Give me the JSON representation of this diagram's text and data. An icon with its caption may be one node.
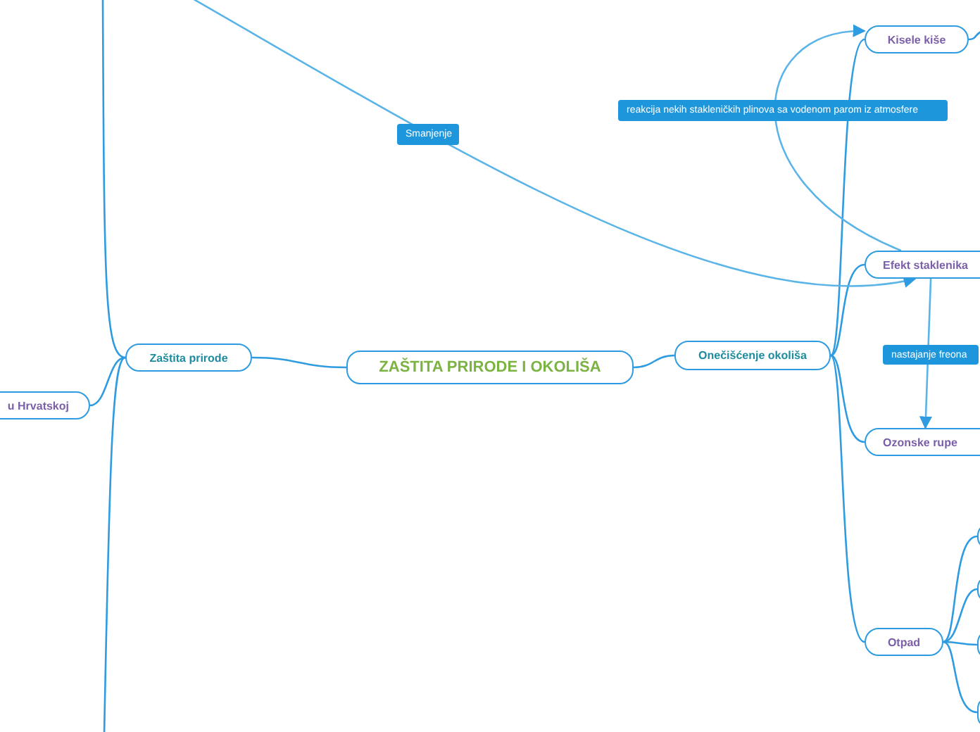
{
  "diagram": {
    "nodes": [
      {
        "text": [
          "ZAŠTITA PRIRODE I OKOLIŠA"
        ]
      },
      {
        "text": [
          "Zaštita prirode"
        ]
      },
      {
        "text": [
          "u Hrvatskoj"
        ]
      },
      {
        "text": [
          "Onečišćenje okoliša"
        ]
      },
      {
        "text": [
          "Kisele kiše"
        ]
      },
      {
        "text": [
          "Efekt staklenika"
        ]
      },
      {
        "text": [
          "Ozonske rupe"
        ]
      },
      {
        "text": [
          "Otpad"
        ]
      },
      {
        "text": [],
        "shape": "box"
      },
      {
        "text": [],
        "shape": "box"
      },
      {
        "text": [],
        "shape": "box"
      },
      {
        "text": [],
        "shape": "box"
      }
    ],
    "edges": [
      {
        "from": 0,
        "to": 1,
        "arrow": "none"
      },
      {
        "from": 0,
        "to": 3,
        "arrow": "none"
      },
      {
        "from": 1,
        "to": null,
        "arrow": "none"
      },
      {
        "from": 1,
        "to": 2,
        "arrow": "none"
      },
      {
        "from": 1,
        "to": null,
        "arrow": "none"
      },
      {
        "from": 3,
        "to": 4,
        "arrow": "none"
      },
      {
        "from": 3,
        "to": 5,
        "arrow": "none"
      },
      {
        "from": 3,
        "to": 6,
        "arrow": "none"
      },
      {
        "from": 3,
        "to": 7,
        "arrow": "none"
      },
      {
        "from": 4,
        "to": null,
        "arrow": "none"
      },
      {
        "from": 7,
        "to": 8,
        "arrow": "none"
      },
      {
        "from": 7,
        "to": 9,
        "arrow": "none"
      },
      {
        "from": 7,
        "to": 10,
        "arrow": "none"
      },
      {
        "from": 7,
        "to": 11,
        "arrow": "none"
      },
      {
        "from": null,
        "to": 5,
        "arrow": "to",
        "label": "Smanjenje",
        "color": "#5ab4e8"
      },
      {
        "from": 5,
        "to": 4,
        "arrow": "to",
        "label": "reakcija nekih stakleničkih plinova sa vodenom parom iz atmosfere",
        "color": "#5ab4e8"
      },
      {
        "from": 5,
        "to": 6,
        "arrow": "to",
        "label": "nastajanje freona",
        "color": "#5ab4e8"
      }
    ]
  }
}
